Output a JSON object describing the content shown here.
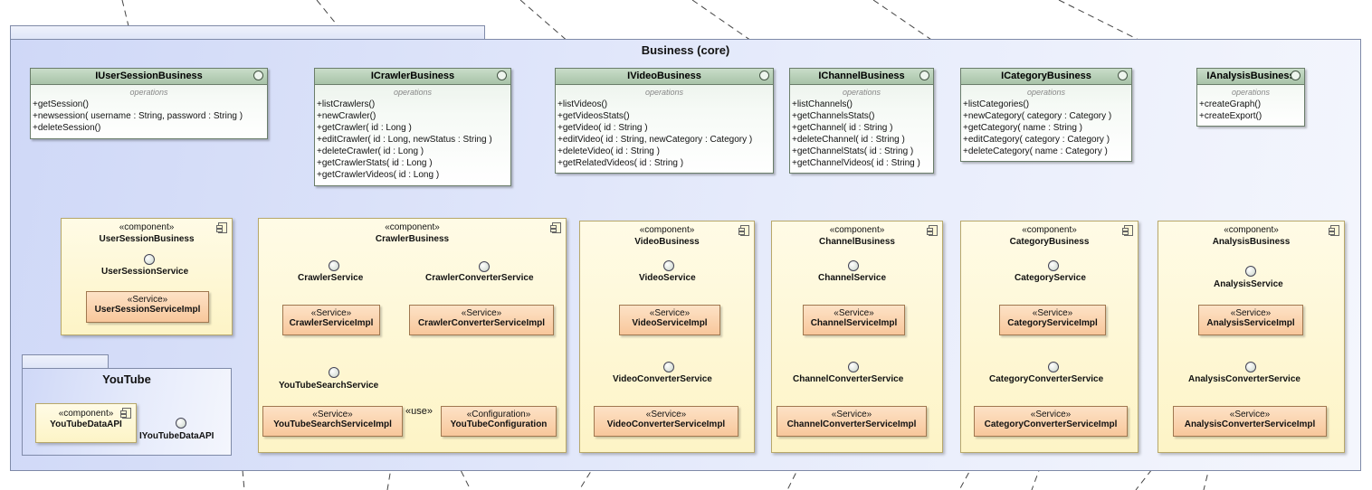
{
  "package": {
    "title": "Business (core)"
  },
  "youtube_package": {
    "title": "YouTube"
  },
  "interfaces": [
    {
      "id": "user",
      "name": "IUserSessionBusiness",
      "ops_label": "operations",
      "ops": [
        "+getSession()",
        "+newsession( username : String, password : String )",
        "+deleteSession()"
      ]
    },
    {
      "id": "crawler",
      "name": "ICrawlerBusiness",
      "ops_label": "operations",
      "ops": [
        "+listCrawlers()",
        "+newCrawler()",
        "+getCrawler( id : Long )",
        "+editCrawler( id : Long, newStatus : String )",
        "+deleteCrawler( id : Long )",
        "+getCrawlerStats( id : Long )",
        "+getCrawlerVideos( id : Long )"
      ]
    },
    {
      "id": "video",
      "name": "IVideoBusiness",
      "ops_label": "operations",
      "ops": [
        "+listVideos()",
        "+getVideosStats()",
        "+getVideo( id : String )",
        "+editVideo( id : String, newCategory : Category )",
        "+deleteVideo( id : String )",
        "+getRelatedVideos( id : String )"
      ]
    },
    {
      "id": "channel",
      "name": "IChannelBusiness",
      "ops_label": "operations",
      "ops": [
        "+listChannels()",
        "+getChannelsStats()",
        "+getChannel( id : String )",
        "+deleteChannel( id : String )",
        "+getChannelStats( id : String )",
        "+getChannelVideos( id : String )"
      ]
    },
    {
      "id": "category",
      "name": "ICategoryBusiness",
      "ops_label": "operations",
      "ops": [
        "+listCategories()",
        "+newCategory( category : Category )",
        "+getCategory( name : String )",
        "+editCategory( category : Category )",
        "+deleteCategory( name : Category )"
      ]
    },
    {
      "id": "analysis",
      "name": "IAnalysisBusiness",
      "ops_label": "operations",
      "ops": [
        "+createGraph()",
        "+createExport()"
      ]
    }
  ],
  "components": [
    {
      "id": "user",
      "stereotype": "«component»",
      "name": "UserSessionBusiness"
    },
    {
      "id": "crawler",
      "stereotype": "«component»",
      "name": "CrawlerBusiness"
    },
    {
      "id": "video",
      "stereotype": "«component»",
      "name": "VideoBusiness"
    },
    {
      "id": "channel",
      "stereotype": "«component»",
      "name": "ChannelBusiness"
    },
    {
      "id": "category",
      "stereotype": "«component»",
      "name": "CategoryBusiness"
    },
    {
      "id": "analysis",
      "stereotype": "«component»",
      "name": "AnalysisBusiness"
    },
    {
      "id": "ytapi",
      "stereotype": "«component»",
      "name": "YouTubeDataAPI"
    }
  ],
  "ports": {
    "user_session_service": "UserSessionService",
    "crawler_service": "CrawlerService",
    "crawler_converter_service": "CrawlerConverterService",
    "youtube_search_service": "YouTubeSearchService",
    "video_service": "VideoService",
    "video_converter_service": "VideoConverterService",
    "channel_service": "ChannelService",
    "channel_converter_service": "ChannelConverterService",
    "category_service": "CategoryService",
    "category_converter_service": "CategoryConverterService",
    "analysis_service": "AnalysisService",
    "analysis_converter_service": "AnalysisConverterService",
    "iyoutube_data_api": "IYouTubeDataAPI"
  },
  "services": {
    "user_session_impl": {
      "stereotype": "«Service»",
      "name": "UserSessionServiceImpl"
    },
    "crawler_impl": {
      "stereotype": "«Service»",
      "name": "CrawlerServiceImpl"
    },
    "crawler_converter_impl": {
      "stereotype": "«Service»",
      "name": "CrawlerConverterServiceImpl"
    },
    "youtube_search_impl": {
      "stereotype": "«Service»",
      "name": "YouTubeSearchServiceImpl"
    },
    "youtube_config": {
      "stereotype": "«Configuration»",
      "name": "YouTubeConfiguration"
    },
    "video_impl": {
      "stereotype": "«Service»",
      "name": "VideoServiceImpl"
    },
    "video_converter_impl": {
      "stereotype": "«Service»",
      "name": "VideoConverterServiceImpl"
    },
    "channel_impl": {
      "stereotype": "«Service»",
      "name": "ChannelServiceImpl"
    },
    "channel_converter_impl": {
      "stereotype": "«Service»",
      "name": "ChannelConverterServiceImpl"
    },
    "category_impl": {
      "stereotype": "«Service»",
      "name": "CategoryServiceImpl"
    },
    "category_converter_impl": {
      "stereotype": "«Service»",
      "name": "CategoryConverterServiceImpl"
    },
    "analysis_impl": {
      "stereotype": "«Service»",
      "name": "AnalysisServiceImpl"
    },
    "analysis_converter_impl": {
      "stereotype": "«Service»",
      "name": "AnalysisConverterServiceImpl"
    }
  },
  "labels": {
    "use": "«use»"
  }
}
